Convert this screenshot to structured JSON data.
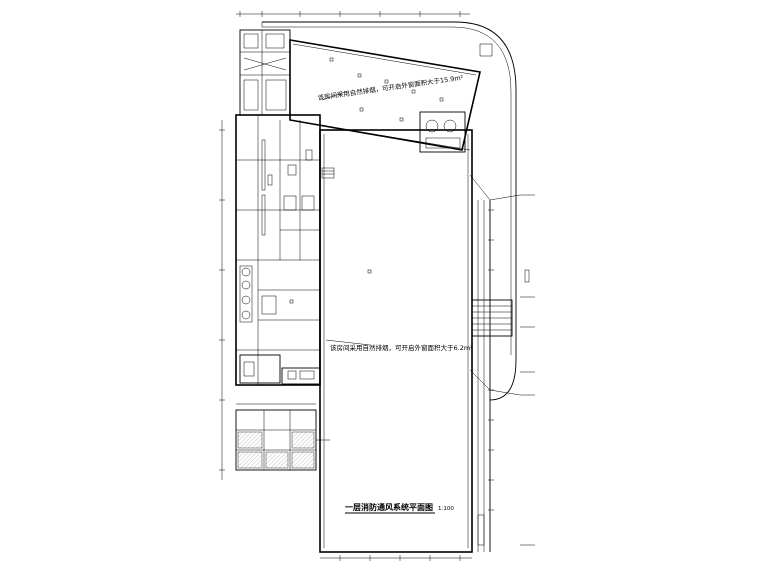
{
  "drawing": {
    "title": "一层消防通风系统平面图",
    "scale": "1:100",
    "notes": {
      "north_room": "该房间采用自然排烟，可开启外窗面积大于15.9m²",
      "main_hall": "该房间采用自然排烟，可开启外窗面积大于6.2m²"
    }
  }
}
